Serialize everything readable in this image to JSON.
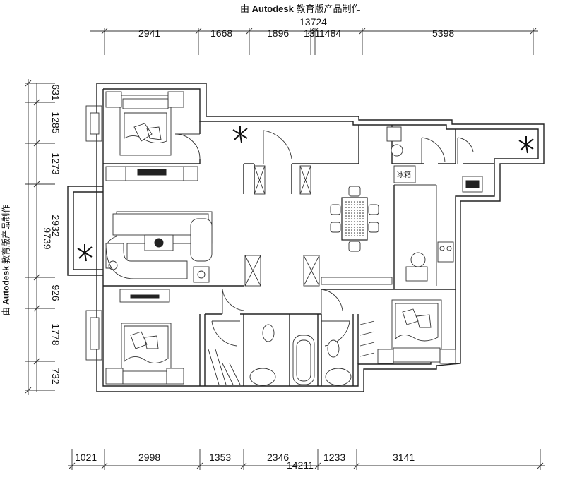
{
  "watermark": {
    "prefix": "由 ",
    "brand": "Autodesk",
    "suffix": " 教育版产品制作"
  },
  "dimensions": {
    "top_total": "13724",
    "top": [
      "2941",
      "1668",
      "1896",
      "131",
      "1484",
      "5398"
    ],
    "bottom_total": "14211",
    "bottom": [
      "1021",
      "2998",
      "1353",
      "2346",
      "1233",
      "3141"
    ],
    "left_total": "9739",
    "left": [
      "631",
      "1285",
      "1273",
      "2932",
      "926",
      "1778",
      "732"
    ]
  },
  "labels": {
    "fridge": "冰箱"
  }
}
